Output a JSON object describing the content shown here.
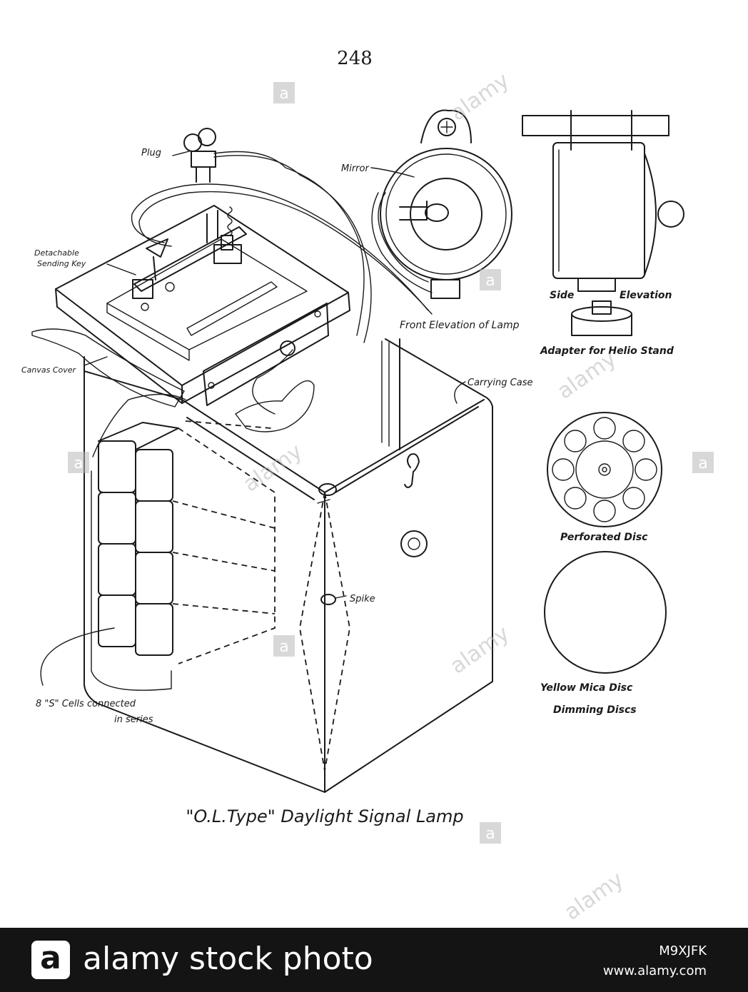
{
  "page": {
    "number": "248"
  },
  "labels": {
    "plug": "Plug",
    "mirror": "Mirror",
    "detachable_key_line1": "Detachable",
    "detachable_key_line2": "Sending Key",
    "front_elevation": "Front Elevation of Lamp",
    "side_elevation_1": "Side",
    "side_elevation_2": "Elevation",
    "adapter": "Adapter for Helio Stand",
    "canvas_cover": "Canvas Cover",
    "carrying_case": "Carrying Case",
    "perforated_disc": "Perforated Disc",
    "spike": "Spike",
    "cells_line1": "8 \"S\" Cells connected",
    "cells_line2": "in series",
    "yellow_mica": "Yellow Mica Disc",
    "dimming_discs": "Dimming Discs"
  },
  "caption": "\"O.L.Type\" Daylight Signal Lamp",
  "watermark": {
    "text": "alamy",
    "badge": "a"
  },
  "footer": {
    "badge": "a",
    "brand": "alamy stock photo",
    "image_id": "M9XJFK",
    "site": "www.alamy.com"
  },
  "colors": {
    "ink": "#1a1a1a",
    "paper": "#ffffff",
    "footer_bg": "#141414",
    "watermark": "#b8b8b8"
  }
}
